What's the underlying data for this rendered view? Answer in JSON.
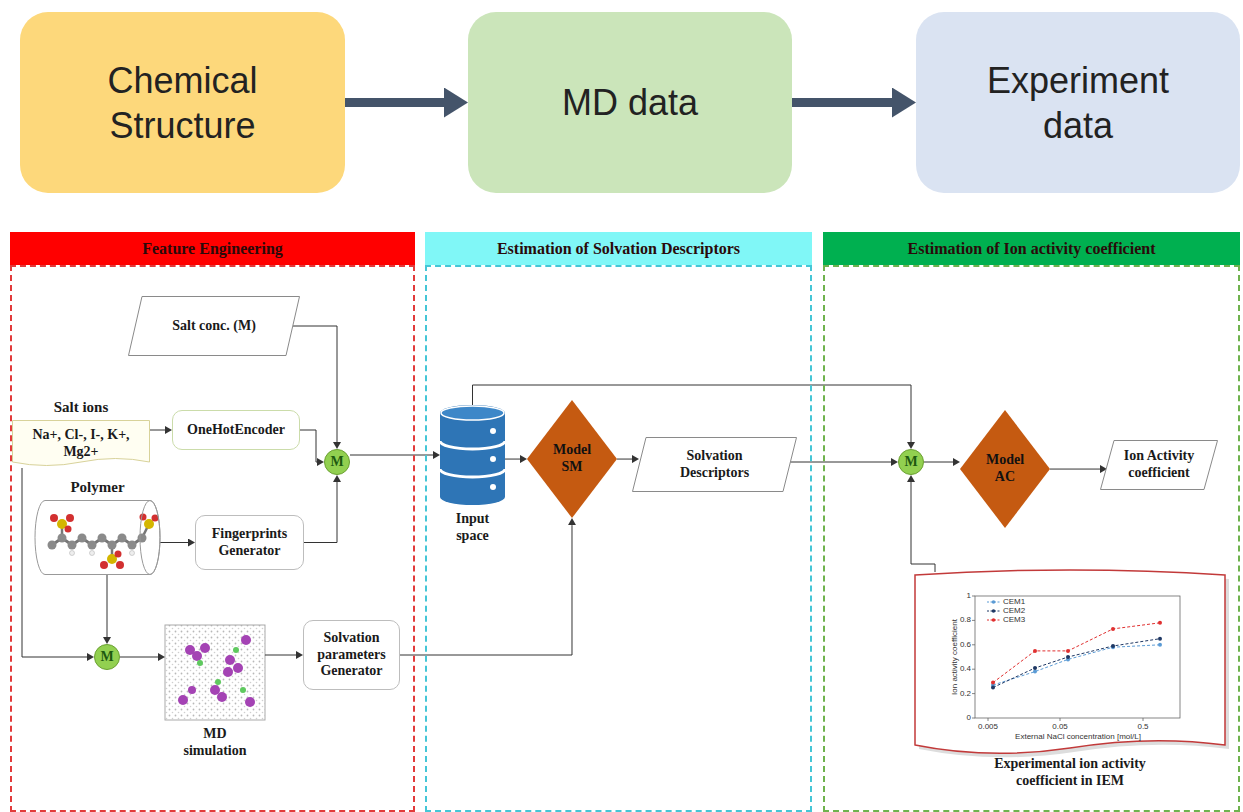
{
  "diagram": {
    "nodes": [
      {
        "text": [
          "Chemical Structure"
        ]
      },
      {
        "text": [
          "MD data"
        ]
      },
      {
        "text": [
          "Experiment data"
        ]
      },
      {
        "text": [
          "Feature Engineering"
        ]
      },
      {
        "text": [
          "Estimation of Solvation Descriptors"
        ]
      },
      {
        "text": [
          "Estimation of Ion activity coefficient"
        ]
      },
      {
        "text": [
          "Salt conc. (M)"
        ],
        "in": 3
      },
      {
        "text": [
          "Salt ions",
          "Na+, Cl-, I-, K+, Mg2+"
        ],
        "in": 3
      },
      {
        "text": [
          "OneHotEncoder"
        ],
        "in": 3
      },
      {
        "text": [
          "M"
        ],
        "in": 3
      },
      {
        "text": [
          "Polymer"
        ],
        "in": 3
      },
      {
        "text": [
          "Fingerprints Generator"
        ],
        "in": 3
      },
      {
        "text": [
          "M"
        ],
        "in": 3
      },
      {
        "text": [
          "MD simulation"
        ],
        "in": 3
      },
      {
        "text": [
          "Solvation parameters Generator"
        ],
        "in": 3
      },
      {
        "text": [
          "Input space"
        ],
        "in": 4
      },
      {
        "text": [
          "Model SM"
        ],
        "in": 4
      },
      {
        "text": [
          "Solvation Descriptors"
        ],
        "in": 4
      },
      {
        "text": [
          "M"
        ],
        "in": 5
      },
      {
        "text": [
          "Model AC"
        ],
        "in": 5
      },
      {
        "text": [
          "Ion Activity coefficient"
        ],
        "in": 5
      },
      {
        "text": [
          "Experimental ion activity coefficient in IEM"
        ],
        "in": 5
      }
    ],
    "edges": [
      {
        "from": 0,
        "to": 1,
        "arrow": "to"
      },
      {
        "from": 1,
        "to": 2,
        "arrow": "to"
      },
      {
        "from": 6,
        "to": 9,
        "arrow": "to"
      },
      {
        "from": 7,
        "to": 8,
        "arrow": "to"
      },
      {
        "from": 8,
        "to": 9,
        "arrow": "to"
      },
      {
        "from": 10,
        "to": 11,
        "arrow": "to"
      },
      {
        "from": 11,
        "to": 9,
        "arrow": "to"
      },
      {
        "from": 9,
        "to": 15,
        "arrow": "to"
      },
      {
        "from": 7,
        "to": 12,
        "arrow": "to"
      },
      {
        "from": 10,
        "to": 12,
        "arrow": "to"
      },
      {
        "from": 12,
        "to": 13,
        "arrow": "to"
      },
      {
        "from": 13,
        "to": 14,
        "arrow": "to"
      },
      {
        "from": 14,
        "to": 16,
        "arrow": "to"
      },
      {
        "from": 15,
        "to": 16,
        "arrow": "to"
      },
      {
        "from": 16,
        "to": 17,
        "arrow": "to"
      },
      {
        "from": 15,
        "to": 18,
        "arrow": "to"
      },
      {
        "from": 17,
        "to": 18,
        "arrow": "to"
      },
      {
        "from": 21,
        "to": 18,
        "arrow": "to"
      },
      {
        "from": 18,
        "to": 19,
        "arrow": "to"
      },
      {
        "from": 19,
        "to": 20,
        "arrow": "to"
      }
    ],
    "labels": [
      "1",
      "0.8",
      "0.6",
      "0.4",
      "0.2",
      "0",
      "0.005",
      "0.05",
      "0.5",
      "Ion activity coefficient",
      "External NaCl concentration [mol/L]"
    ],
    "legend": [
      {
        "text": "CEM1"
      },
      {
        "text": "CEM2"
      },
      {
        "text": "CEM3"
      }
    ]
  }
}
